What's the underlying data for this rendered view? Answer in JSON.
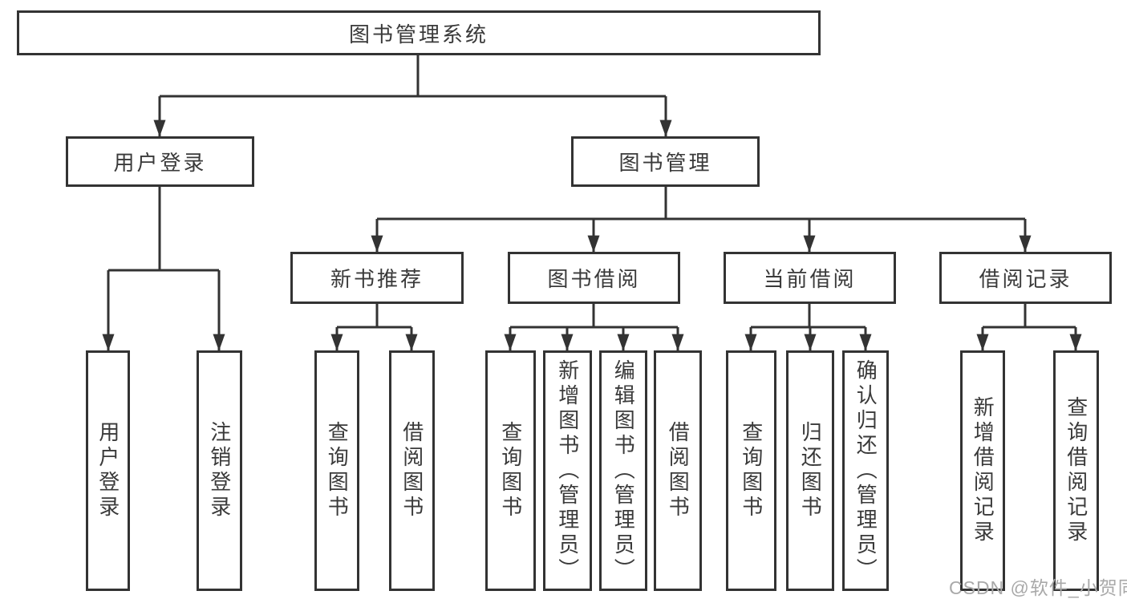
{
  "tree": {
    "label": "图书管理系统",
    "children": [
      {
        "label": "用户登录",
        "children": [
          {
            "label": "用户登录"
          },
          {
            "label": "注销登录"
          }
        ]
      },
      {
        "label": "图书管理",
        "children": [
          {
            "label": "新书推荐",
            "children": [
              {
                "label": "查询图书"
              },
              {
                "label": "借阅图书"
              }
            ]
          },
          {
            "label": "图书借阅",
            "children": [
              {
                "label": "查询图书"
              },
              {
                "label": "新增图书（管理员）"
              },
              {
                "label": "编辑图书（管理员）"
              },
              {
                "label": "借阅图书"
              }
            ]
          },
          {
            "label": "当前借阅",
            "children": [
              {
                "label": "查询图书"
              },
              {
                "label": "归还图书"
              },
              {
                "label": "确认归还（管理员）"
              }
            ]
          },
          {
            "label": "借阅记录",
            "children": [
              {
                "label": "新增借阅记录"
              },
              {
                "label": "查询借阅记录"
              }
            ]
          }
        ]
      }
    ]
  },
  "watermark": "CSDN @软件_小贺同学",
  "colors": {
    "line": "#333333",
    "text": "#3a3a3a",
    "watermark": "#a9a9a9",
    "background": "#ffffff"
  }
}
